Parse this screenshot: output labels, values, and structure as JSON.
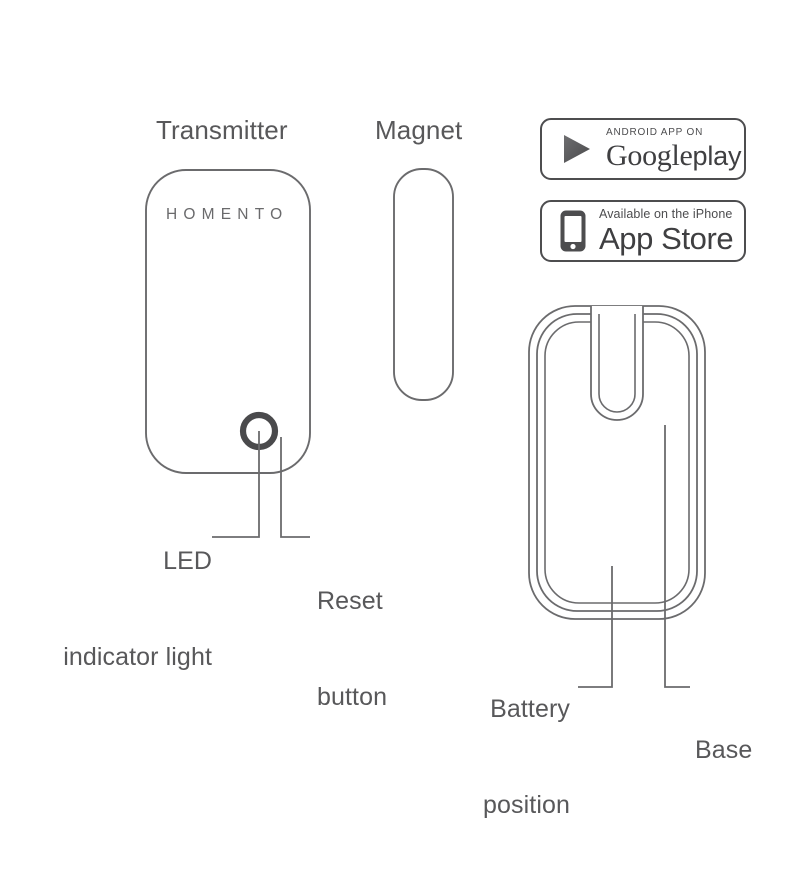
{
  "page": {
    "background_color": "#ffffff",
    "line_color": "#6b6b6d",
    "text_color": "#58585a",
    "accent_dark": "#4a4a4c"
  },
  "titles": {
    "transmitter": "Transmitter",
    "magnet": "Magnet"
  },
  "brand": {
    "name": "HOMENTO"
  },
  "callouts": {
    "led": {
      "line1": "LED",
      "line2": "indicator light"
    },
    "reset": {
      "line1": "Reset",
      "line2": "button"
    },
    "battery": {
      "line1": "Battery",
      "line2": "position"
    },
    "base": {
      "line1": "Base"
    }
  },
  "badges": {
    "google_play": {
      "superscript": "ANDROID APP ON",
      "brand": "Google",
      "suffix": "play",
      "icon": "google-play-triangle-icon"
    },
    "app_store": {
      "superscript": "Available on the iPhone",
      "brand": "App Store",
      "icon": "iphone-icon"
    }
  },
  "parts": {
    "transmitter_body": "transmitter-housing",
    "magnet_body": "magnet-housing",
    "base_body": "base-housing",
    "button_ring": "reset-button-ring",
    "battery_slot": "battery-slot-channel"
  }
}
